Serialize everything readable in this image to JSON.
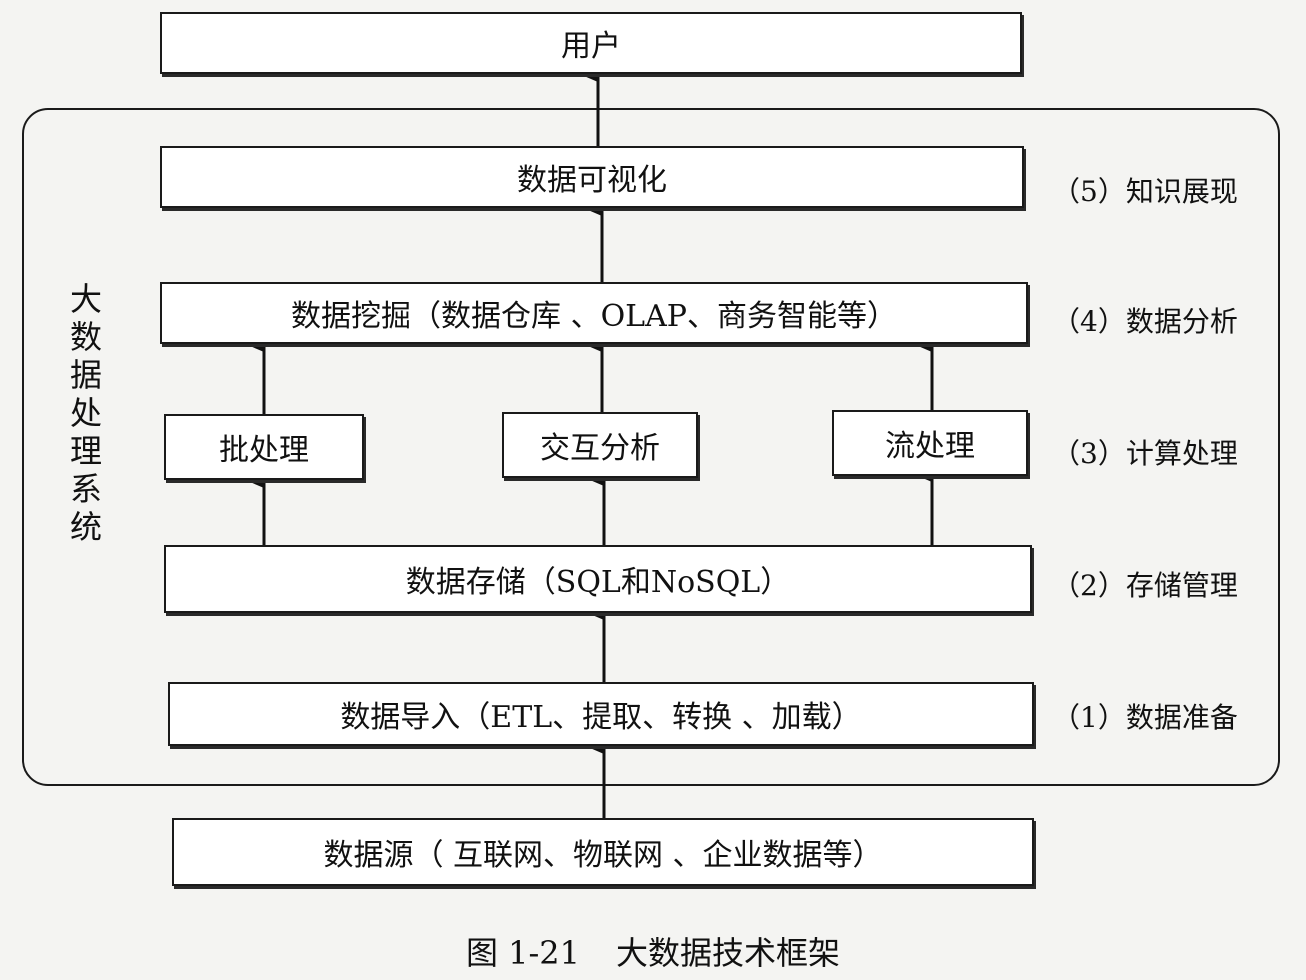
{
  "nodes": {
    "user": "用户",
    "visualization": "数据可视化",
    "mining": "数据挖掘（数据仓库 、OLAP、商务智能等）",
    "batch": "批处理",
    "interactive": "交互分析",
    "stream": "流处理",
    "storage": "数据存储（SQL和NoSQL）",
    "import": "数据导入（ETL、提取、转换 、加载）",
    "source": "数据源（ 互联网、物联网 、企业数据等）"
  },
  "layers": {
    "layer5": "（5）知识展现",
    "layer4": "（4）数据分析",
    "layer3": "（3）计算处理",
    "layer2": "（2）存储管理",
    "layer1": "（1）数据准备"
  },
  "system_label": [
    "大",
    "数",
    "据",
    "处",
    "理",
    "系",
    "统"
  ],
  "caption": {
    "number": "图 1-21",
    "title": "大数据技术框架"
  }
}
